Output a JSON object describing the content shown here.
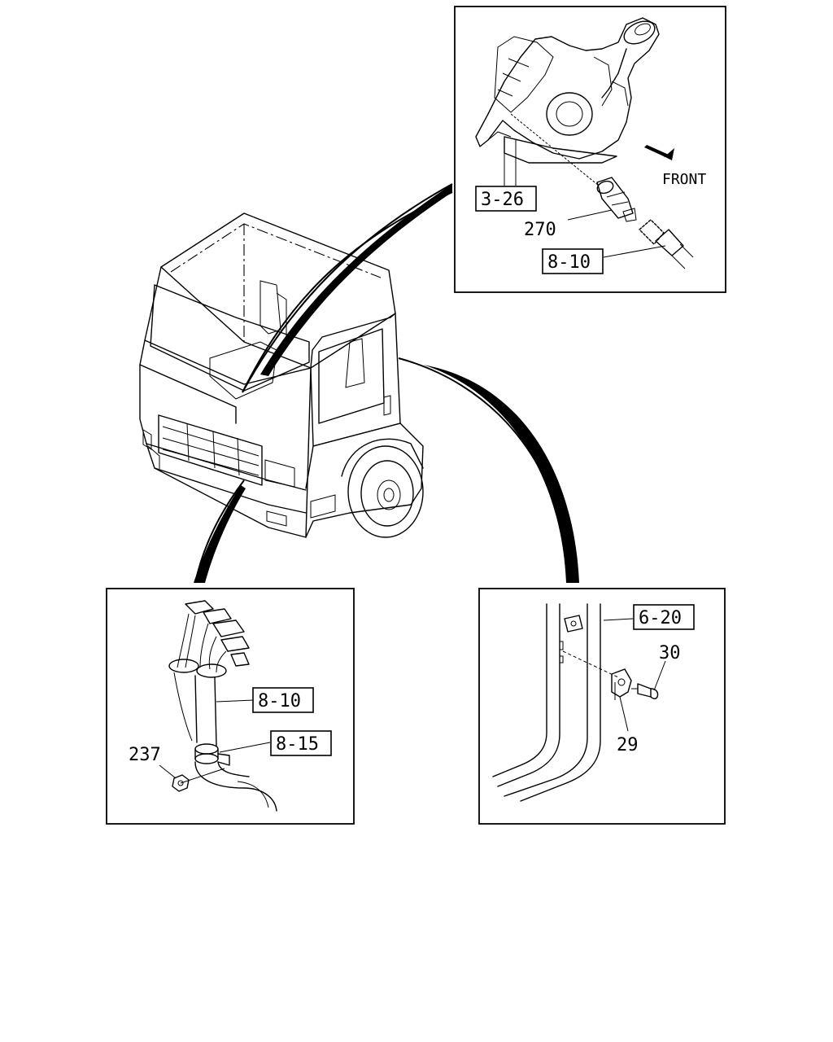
{
  "direction_label": "FRONT",
  "top_panel": {
    "refs": [
      {
        "id": "ref-3-26",
        "text": "3-26"
      },
      {
        "id": "ref-8-10-top",
        "text": "8-10"
      }
    ],
    "parts": [
      {
        "id": "part-270",
        "text": "270"
      }
    ]
  },
  "bottom_left_panel": {
    "refs": [
      {
        "id": "ref-8-10-bl",
        "text": "8-10"
      },
      {
        "id": "ref-8-15",
        "text": "8-15"
      }
    ],
    "parts": [
      {
        "id": "part-237",
        "text": "237"
      }
    ]
  },
  "bottom_right_panel": {
    "refs": [
      {
        "id": "ref-6-20",
        "text": "6-20"
      }
    ],
    "parts": [
      {
        "id": "part-30",
        "text": "30"
      },
      {
        "id": "part-29",
        "text": "29"
      }
    ]
  }
}
